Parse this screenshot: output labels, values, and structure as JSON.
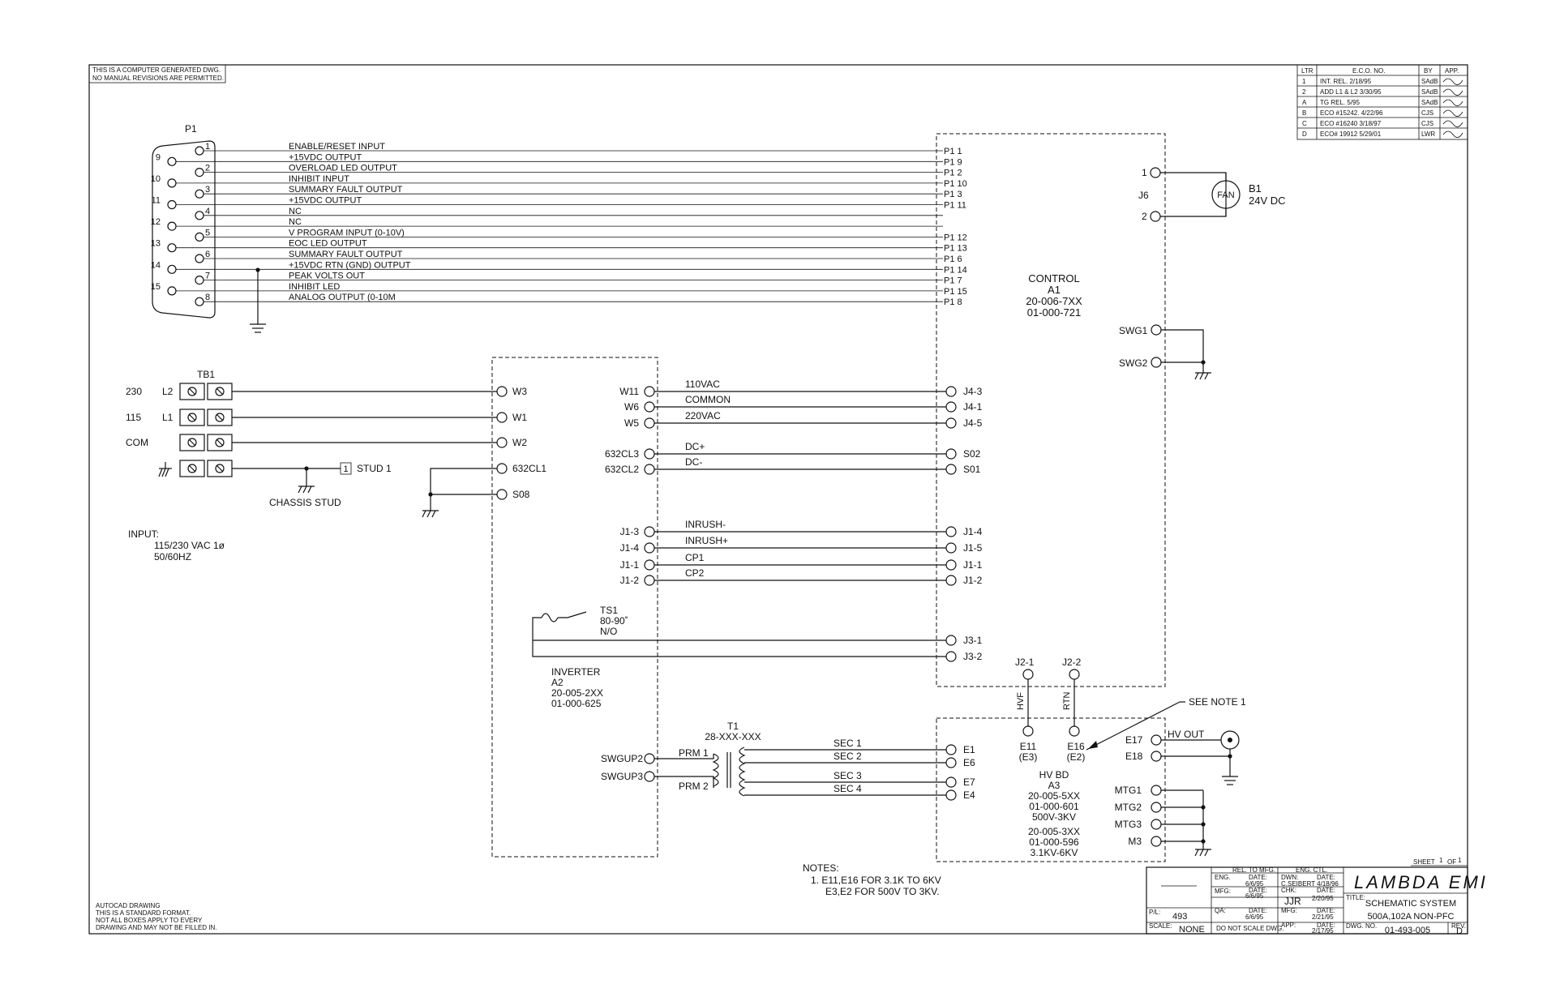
{
  "notice_top": [
    "THIS IS A COMPUTER GENERATED DWG.",
    "NO MANUAL REVISIONS ARE PERMITTED."
  ],
  "notice_bottom": [
    "AUTOCAD DRAWING",
    "THIS IS A STANDARD FORMAT.",
    "NOT ALL BOXES APPLY TO EVERY",
    "DRAWING AND MAY NOT BE FILLED IN."
  ],
  "revisions": {
    "headers": [
      "LTR",
      "E.C.O. NO.",
      "BY",
      "APP."
    ],
    "rows": [
      [
        "1",
        "INT. REL.    2/18/95",
        "SAdB"
      ],
      [
        "2",
        "ADD L1 & L2  3/30/95",
        "SAdB"
      ],
      [
        "A",
        "TG REL.       5/95",
        "SAdB"
      ],
      [
        "B",
        "ECO #15242.  4/22/96",
        "CJS"
      ],
      [
        "C",
        "ECO #16240   3/18/97",
        "CJS"
      ],
      [
        "D",
        "ECO# 19912   5/29/01",
        "LWR"
      ]
    ]
  },
  "p1": {
    "label": "P1",
    "pins": [
      {
        "pin": "1",
        "signal": "ENABLE/RESET       INPUT",
        "ctrl": "P1  1"
      },
      {
        "pin": "9",
        "signal": "+15VDC OUTPUT",
        "ctrl": "P1  9"
      },
      {
        "pin": "2",
        "signal": "OVERLOAD LED        OUTPUT",
        "ctrl": "P1  2"
      },
      {
        "pin": "10",
        "signal": "INHIBIT INPUT",
        "ctrl": "P1  10"
      },
      {
        "pin": "3",
        "signal": "SUMMARY FAULT     OUTPUT",
        "ctrl": "P1  3"
      },
      {
        "pin": "11",
        "signal": "+15VDC OUTPUT",
        "ctrl": "P1  11"
      },
      {
        "pin": "4",
        "signal": "NC",
        "ctrl": ""
      },
      {
        "pin": "12",
        "signal": "NC",
        "ctrl": ""
      },
      {
        "pin": "5",
        "signal": "V PROGRAM INPUT (0-10V)",
        "ctrl": "P1  12"
      },
      {
        "pin": "13",
        "signal": "EOC LED                   OUTPUT",
        "ctrl": "P1  13"
      },
      {
        "pin": "6",
        "signal": "SUMMARY FAULT      OUTPUT",
        "ctrl": "P1  6"
      },
      {
        "pin": "14",
        "signal": "+15VDC RTN (GND) OUTPUT",
        "ctrl": "P1  14"
      },
      {
        "pin": "7",
        "signal": "PEAK VOLTS OUT",
        "ctrl": "P1  7"
      },
      {
        "pin": "15",
        "signal": "INHIBIT LED",
        "ctrl": "P1  15"
      },
      {
        "pin": "8",
        "signal": "ANALOG OUTPUT (0-10M",
        "ctrl": "P1  8"
      }
    ]
  },
  "control": {
    "title": "CONTROL",
    "ref": "A1",
    "pn1": "20-006-7XX",
    "pn2": "01-000-721"
  },
  "fan": {
    "j6": "J6",
    "pin1": "1",
    "pin2": "2",
    "label": "FAN",
    "ref": "B1",
    "rating": "24V DC"
  },
  "swg": {
    "swg1": "SWG1",
    "swg2": "SWG2"
  },
  "tb1": {
    "label": "TB1",
    "rows": [
      {
        "volt": "230",
        "line": "L2",
        "wire": "W3"
      },
      {
        "volt": "115",
        "line": "L1",
        "wire": "W1"
      },
      {
        "volt": "COM",
        "line": "",
        "wire": "W2"
      }
    ],
    "stud": "STUD 1",
    "stud_num": "1",
    "chassis": "CHASSIS STUD",
    "wire_cl": "632CL1",
    "wire_s08": "S08"
  },
  "input_note": [
    "INPUT:",
    "115/230 VAC 1ø",
    "50/60HZ"
  ],
  "inverter": {
    "title": "INVERTER",
    "ref": "A2",
    "pn1": "20-005-2XX",
    "pn2": "01-000-625",
    "links": [
      {
        "left": "W11",
        "signal": "110VAC",
        "right": "J4-3"
      },
      {
        "left": "W6",
        "signal": "COMMON",
        "right": "J4-1"
      },
      {
        "left": "W5",
        "signal": "220VAC",
        "right": "J4-5"
      },
      {
        "left": "632CL3",
        "signal": "DC+",
        "right": "S02"
      },
      {
        "left": "632CL2",
        "signal": "DC-",
        "right": "S01"
      },
      {
        "left": "J1-3",
        "signal": "INRUSH-",
        "right": "J1-4"
      },
      {
        "left": "J1-4",
        "signal": "INRUSH+",
        "right": "J1-5"
      },
      {
        "left": "J1-1",
        "signal": "CP1",
        "right": "J1-1"
      },
      {
        "left": "J1-2",
        "signal": "CP2",
        "right": "J1-2"
      }
    ]
  },
  "ts1": {
    "label": "TS1",
    "range": "80-90˚",
    "type": "N/O",
    "j31": "J3-1",
    "j32": "J3-2"
  },
  "j2": {
    "j21": "J2-1",
    "j22": "J2-2",
    "hvf": "HVF",
    "rtn": "RTN"
  },
  "see_note": "SEE NOTE 1",
  "t1": {
    "label": "T1",
    "pn": "28-XXX-XXX",
    "swg2": "SWGUP2",
    "swg3": "SWGUP3",
    "prm1": "PRM 1",
    "prm2": "PRM 2",
    "secs": [
      {
        "label": "SEC 1",
        "pin": "E1"
      },
      {
        "label": "SEC 2",
        "pin": "E6"
      },
      {
        "label": "SEC 3",
        "pin": "E7"
      },
      {
        "label": "SEC 4",
        "pin": "E4"
      }
    ]
  },
  "hvbd": {
    "e11": "E11",
    "e3": "(E3)",
    "e16": "E16",
    "e2": "(E2)",
    "title": "HV BD",
    "ref": "A3",
    "pn1": "20-005-5XX",
    "pn2": "01-000-601",
    "range1": "500V-3KV",
    "pn3": "20-005-3XX",
    "pn4": "01-000-596",
    "range2": "3.1KV-6KV",
    "e17": "E17",
    "e18": "E18",
    "hvout": "HV OUT",
    "mtg": [
      "MTG1",
      "MTG2",
      "MTG3",
      "M3"
    ]
  },
  "notes": [
    "NOTES:",
    "1. E11,E16 FOR 3.1K TO 6KV",
    "E3,E2 FOR 500V TO 3KV."
  ],
  "title_block": {
    "sheet_label": "SHEET",
    "sheet_num": "1",
    "sheet_of": "OF",
    "sheet_total": "1",
    "company": "LAMBDA EMI",
    "rel_mfg": "REL. TO MFG.",
    "eng_ctl": "ENG. CTL.",
    "eng_label": "ENG.",
    "date_label": "DATE:",
    "drn_label": "DWN:",
    "chk_label": "CHK:",
    "qa_label": "QA:",
    "mfg_label": "MFG:",
    "app_label": "APP:",
    "d1": "6/6/95",
    "d2": "C.SEIBERT 4/18/96",
    "d3": "6/6/95",
    "d4": "2/20/95",
    "d5": "6/6/95",
    "d6": "2/21/95",
    "d7": "2/17/95",
    "chk_init": "JJR",
    "title_label": "TITLE:",
    "title1": "SCHEMATIC SYSTEM",
    "title2": "500A,102A NON-PFC",
    "pl_label": "P/L:",
    "pl": "493",
    "scale_label": "SCALE:",
    "scale": "NONE",
    "no_scale": "DO NOT SCALE DWG.",
    "dwg_label": "DWG. NO.",
    "dwg_no": "01-493-005",
    "rev_label": "REV.",
    "rev": "D"
  }
}
